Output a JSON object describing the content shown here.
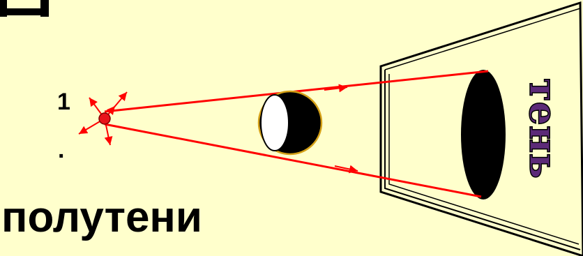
{
  "labels": {
    "point_number": "1",
    "point_dot": ".",
    "heading_fragment": "",
    "penumbra": "полутени",
    "shadow": "тень"
  },
  "colors": {
    "background": "#FFFFCC",
    "rays": "#FF0000",
    "source_fill": "#E8141A",
    "shadow_label": "#5C2A78",
    "body_outline": "#D4A017",
    "black": "#000000",
    "white": "#FFFFFF"
  }
}
